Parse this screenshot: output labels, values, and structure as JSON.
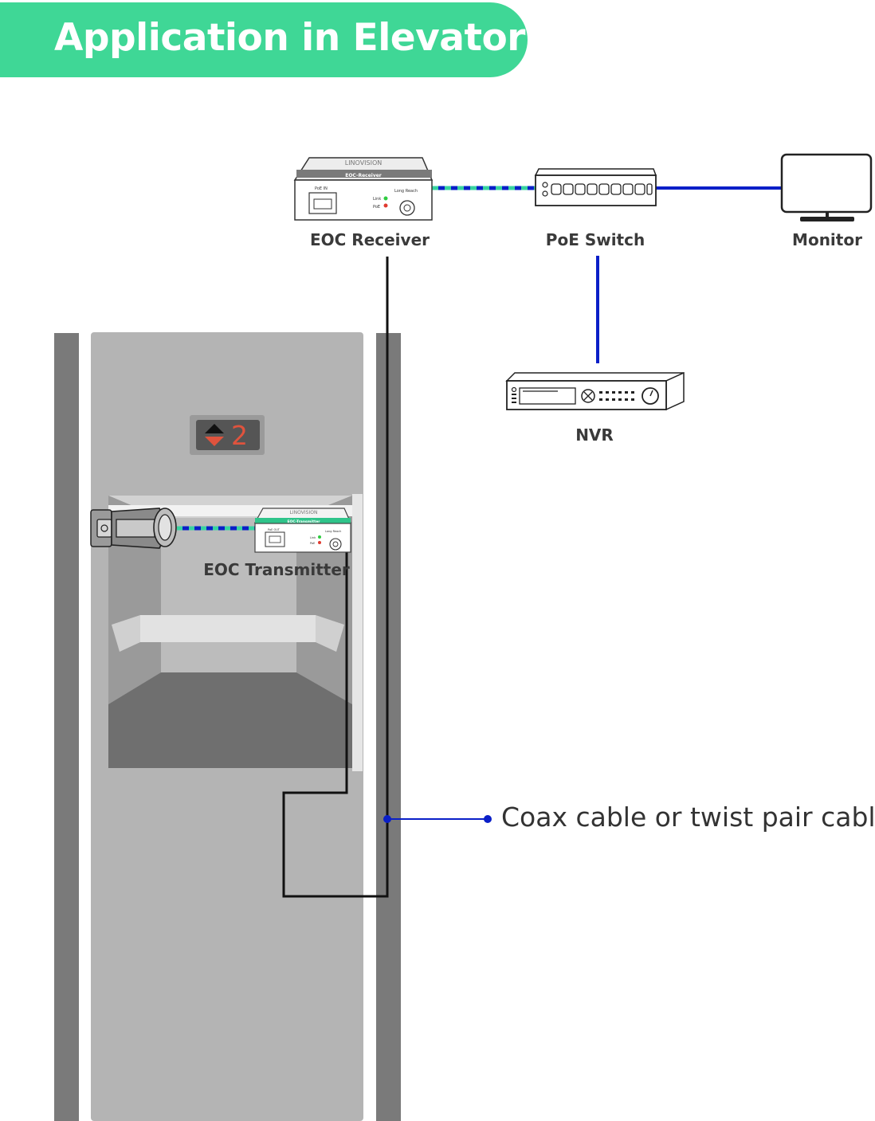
{
  "header": {
    "title": "Application in Elevator"
  },
  "devices": {
    "eoc_receiver": {
      "label": "EOC Receiver",
      "brand": "LINOVISION",
      "model_text": "EOC-Receiver",
      "port_label": "PoE IN",
      "bnc_label": "Long Reach",
      "led_link": "Link",
      "led_poe": "PoE"
    },
    "poe_switch": {
      "label": "PoE Switch"
    },
    "monitor": {
      "label": "Monitor"
    },
    "nvr": {
      "label": "NVR"
    },
    "eoc_transmitter": {
      "label": "EOC Transmitter",
      "brand": "LINOVISION",
      "model_text": "EOC-Transmitter",
      "port_label": "PoE OUT",
      "bnc_label": "Long Reach",
      "led_link": "Link",
      "led_poe": "PoE"
    }
  },
  "elevator": {
    "floor_number": "2"
  },
  "callout": {
    "text": "Coax cable or twist pair cable"
  },
  "colors": {
    "accent": "#3fd796",
    "network_cable": "#0a1fc8",
    "coax_cable": "#111111",
    "floor_digit": "#e0533d"
  }
}
